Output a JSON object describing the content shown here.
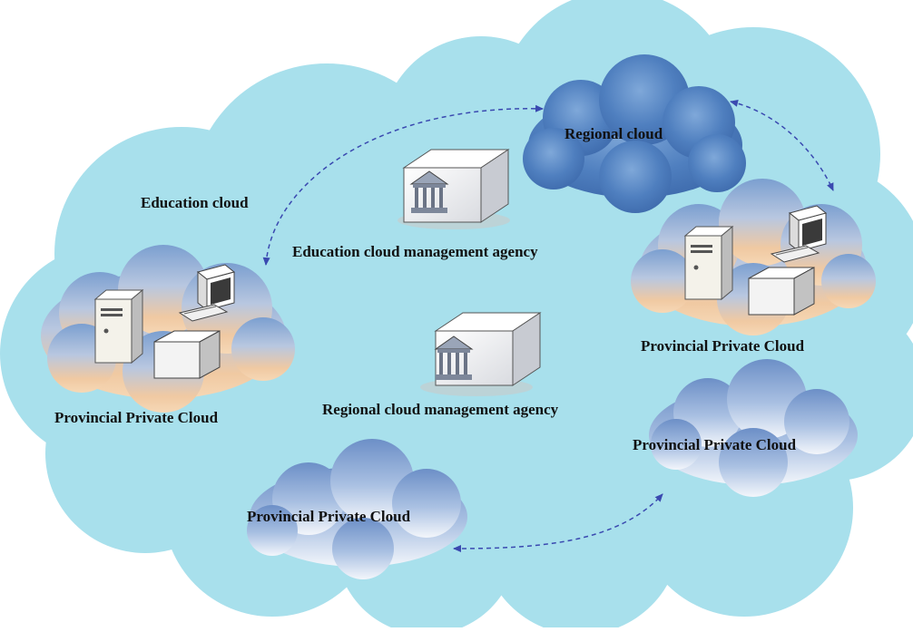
{
  "colors": {
    "outer_cloud": "#a8e0ec",
    "outer_cloud_edge": "#8fd3e2",
    "regional_cloud": "#4f7fbf",
    "connector": "#3a49b0",
    "server_face": "#f2f2f2",
    "building_face": "#e8eaef"
  },
  "labels": {
    "education_cloud": "Education cloud",
    "regional_cloud": "Regional cloud",
    "education_agency": "Education cloud management agency",
    "regional_agency": "Regional cloud management agency",
    "provincial_left": "Provincial Private Cloud",
    "provincial_right_top": "Provincial Private Cloud",
    "provincial_right_bottom": "Provincial Private Cloud",
    "provincial_bottom": "Provincial Private Cloud"
  },
  "icons": {
    "agency": "government-building-icon",
    "server": "server-tower-icon",
    "workstation": "desktop-computer-icon",
    "storage": "storage-box-icon",
    "cloud": "cloud-icon"
  }
}
